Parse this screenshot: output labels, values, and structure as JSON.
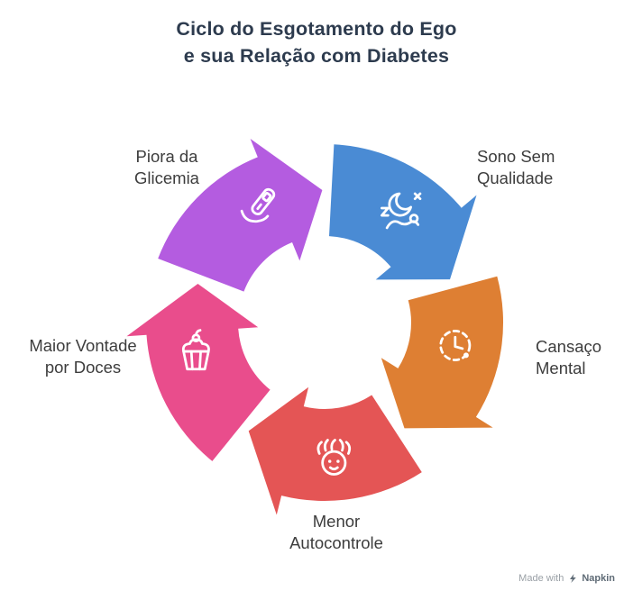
{
  "title": "Ciclo do Esgotamento do Ego\ne sua Relação com Diabetes",
  "cycle": {
    "segments": [
      {
        "id": "sono-sem-qualidade",
        "label": "Sono Sem\nQualidade",
        "color": "#4a8bd4",
        "icon": "sleep-icon"
      },
      {
        "id": "cansaco-mental",
        "label": "Cansaço\nMental",
        "color": "#de7f33",
        "icon": "clock-icon"
      },
      {
        "id": "menor-autocontrole",
        "label": "Menor\nAutocontrole",
        "color": "#e45555",
        "icon": "stressed-face-icon"
      },
      {
        "id": "maior-vontade-doces",
        "label": "Maior Vontade\npor Doces",
        "color": "#e94d8c",
        "icon": "cupcake-icon"
      },
      {
        "id": "piora-da-glicemia",
        "label": "Piora da\nGlicemia",
        "color": "#b45ce0",
        "icon": "glucometer-icon"
      }
    ]
  },
  "watermark": {
    "prefix": "Made with",
    "brand": "Napkin"
  }
}
